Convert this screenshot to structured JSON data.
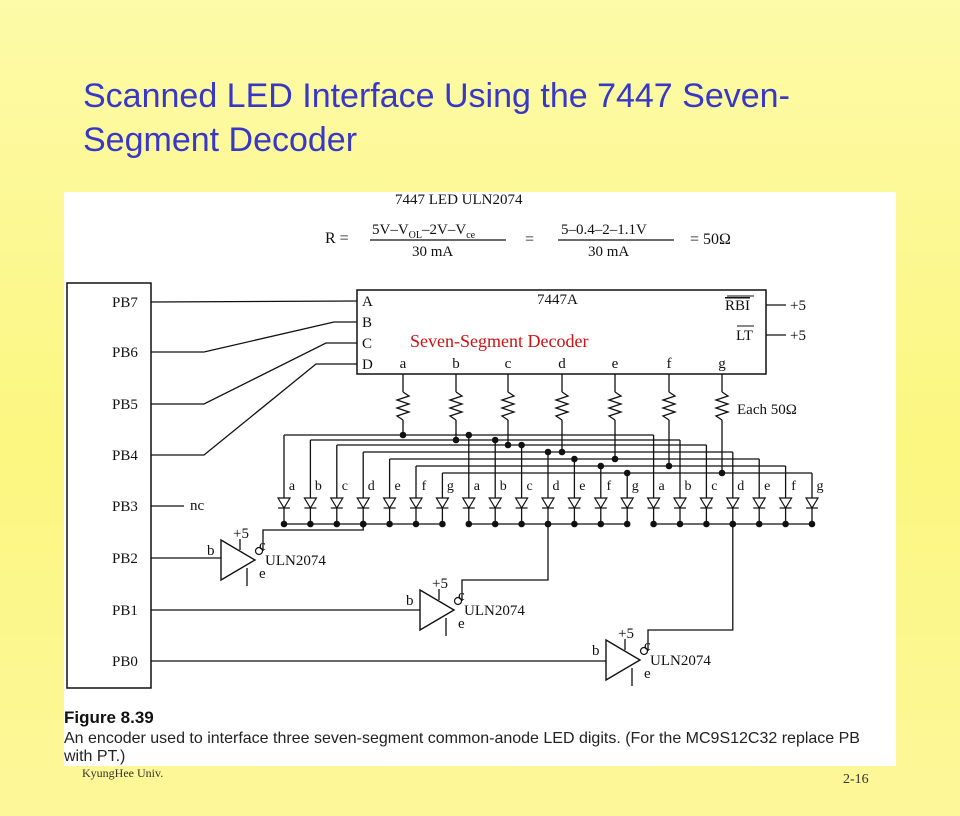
{
  "slide": {
    "title_line1": "Scanned LED Interface Using the 7447 Seven-",
    "title_line2": "Segment Decoder",
    "footer_left": "KyungHee Univ.",
    "footer_right": "2-16"
  },
  "figure": {
    "header": "7447  LED  ULN2074",
    "formula": {
      "lhs": "R =",
      "num1": "5V–V",
      "sub1": "OL",
      "num1b": "–2V–V",
      "sub2": "ce",
      "den1": "30 mA",
      "eq": "=",
      "num2": "5–0.4–2–1.1V",
      "den2": "30 mA",
      "result": "= 50Ω"
    },
    "chip": {
      "name": "7447A",
      "overlay": "Seven-Segment Decoder",
      "inputs": [
        "A",
        "B",
        "C",
        "D"
      ],
      "rbi": "RBI",
      "lt": "LT",
      "plus5": "+5",
      "outputs": [
        "a",
        "b",
        "c",
        "d",
        "e",
        "f",
        "g"
      ]
    },
    "resistor_note": "Each 50Ω",
    "port_pins": [
      "PB7",
      "PB6",
      "PB5",
      "PB4",
      "PB3",
      "PB2",
      "PB1",
      "PB0"
    ],
    "nc_label": "nc",
    "drivers": {
      "name": "ULN2074",
      "supply": "+5",
      "b": "b",
      "c": "c",
      "e": "e"
    },
    "led_segments": [
      "a",
      "b",
      "c",
      "d",
      "e",
      "f",
      "g"
    ],
    "label": "Figure 8.39",
    "caption_line1": "An encoder used to interface three seven-segment common-anode LED digits. (For the MC9S12C32 replace PB",
    "caption_line2": "with PT.)"
  },
  "colors": {
    "title": "#3838c8",
    "overlay_text": "#d01010",
    "background_top": "#fdfaa8",
    "background_mid": "#fcf780"
  }
}
